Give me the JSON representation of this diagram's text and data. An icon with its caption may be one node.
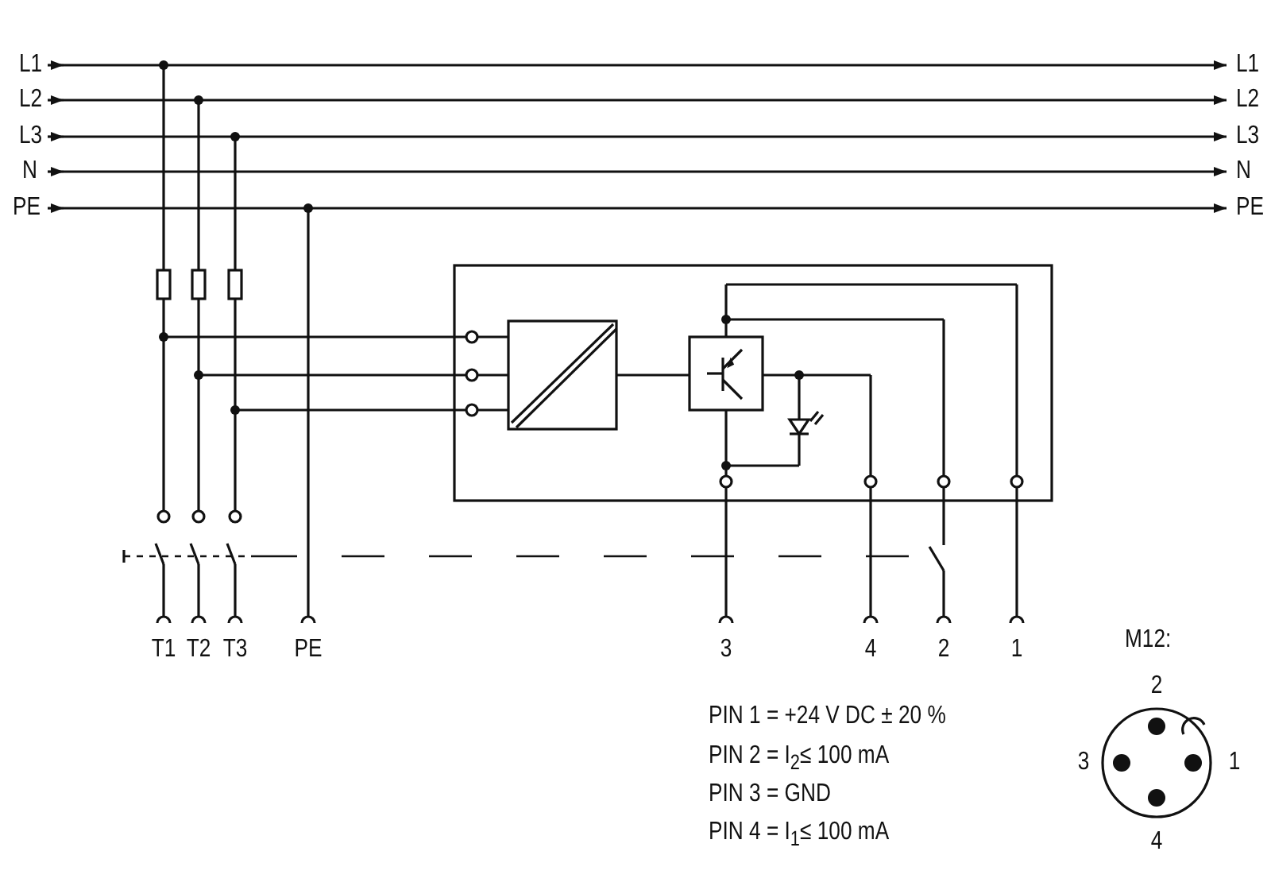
{
  "diagram": {
    "labels": [
      "L1",
      "L1",
      "L2",
      "L2",
      "L3",
      "L3",
      "N",
      "N",
      "PE",
      "PE",
      "T1",
      "T2",
      "T3",
      "PE",
      "3",
      "4",
      "2",
      "1",
      "M12:",
      "PIN 1 = +24 V DC ± 20 %",
      "PIN 2 = I$_{2}$≤ 100 mA",
      "PIN 3 = GND",
      "PIN 4 = I$_{1}$≤ 100 mA",
      "2",
      "3",
      "1",
      "4"
    ]
  }
}
